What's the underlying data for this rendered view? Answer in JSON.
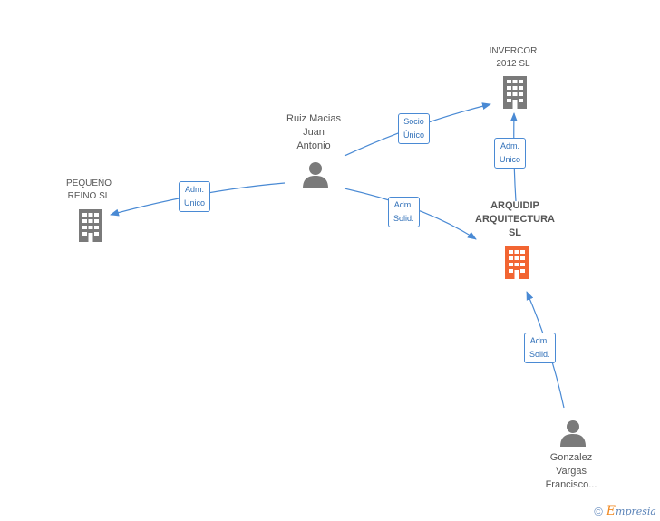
{
  "nodes": {
    "invercor": {
      "line1": "INVERCOR",
      "line2": "2012 SL",
      "type": "company",
      "color": "#7a7a7a"
    },
    "arquidip": {
      "line1": "ARQUIDIP",
      "line2": "ARQUITECTURA",
      "line3": "SL",
      "type": "company",
      "color": "#f26532"
    },
    "pequeno": {
      "line1": "PEQUEÑO",
      "line2": "REINO  SL",
      "type": "company",
      "color": "#7a7a7a"
    },
    "ruiz": {
      "line1": "Ruiz Macias",
      "line2": "Juan",
      "line3": "Antonio",
      "type": "person",
      "color": "#7a7a7a"
    },
    "gonzalez": {
      "line1": "Gonzalez",
      "line2": "Vargas",
      "line3": "Francisco...",
      "type": "person",
      "color": "#7a7a7a"
    }
  },
  "edges": {
    "ruiz_invercor": {
      "line1": "Socio",
      "line2": "Único"
    },
    "ruiz_pequeno": {
      "line1": "Adm.",
      "line2": "Unico"
    },
    "ruiz_arquidip": {
      "line1": "Adm.",
      "line2": "Solid."
    },
    "arquidip_invercor": {
      "line1": "Adm.",
      "line2": "Unico"
    },
    "gonzalez_arquidip": {
      "line1": "Adm.",
      "line2": "Solid."
    }
  },
  "colors": {
    "edge": "#4a8ad4",
    "accent": "#f26532"
  },
  "footer": {
    "copyright": "©",
    "brand_initial": "E",
    "brand_rest": "mpresia"
  }
}
